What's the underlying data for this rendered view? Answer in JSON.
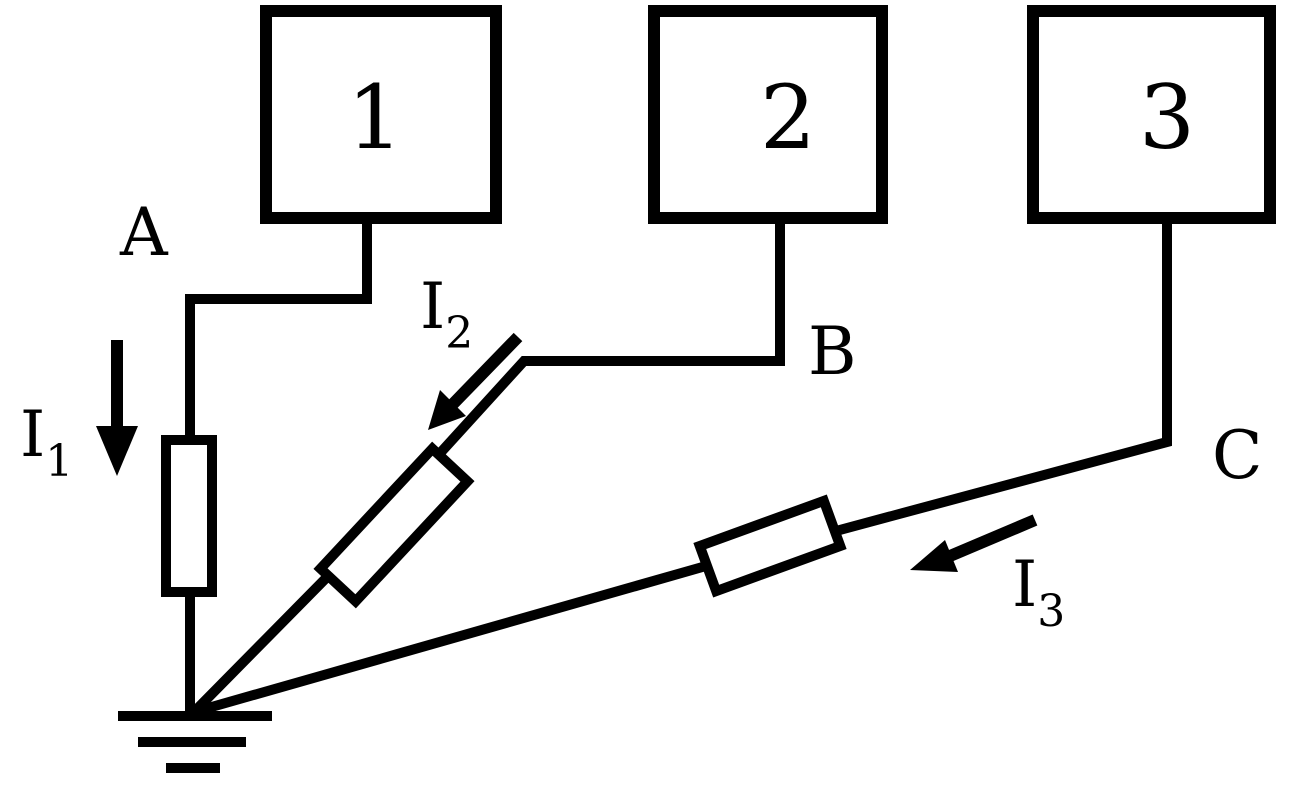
{
  "boxes": [
    {
      "label": "1"
    },
    {
      "label": "2"
    },
    {
      "label": "3"
    }
  ],
  "nodes": {
    "a": "A",
    "b": "B",
    "c": "C"
  },
  "currents": [
    {
      "symbol": "I",
      "subscript": "1"
    },
    {
      "symbol": "I",
      "subscript": "2"
    },
    {
      "symbol": "I",
      "subscript": "3"
    }
  ],
  "colors": {
    "line": "#000000",
    "background": "#ffffff"
  }
}
